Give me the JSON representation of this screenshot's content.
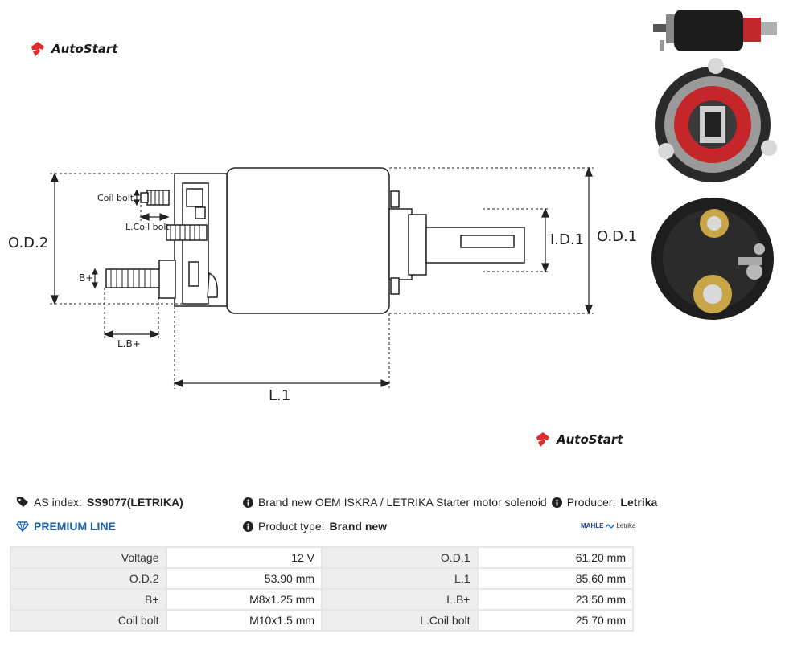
{
  "brand": {
    "name": "AutoStart",
    "accent": "#e32b2b"
  },
  "diagram": {
    "labels": {
      "od2": "O.D.2",
      "od1": "O.D.1",
      "id1": "I.D.1",
      "l1": "L.1",
      "coil_bolt": "Coil bolt",
      "l_coil_bolt": "L.Coil bolt",
      "b_plus": "B+",
      "l_b_plus": "L.B+"
    }
  },
  "info": {
    "as_index_label": "AS index:",
    "as_index_value": "SS9077(LETRIKA)",
    "description": "Brand new OEM ISKRA / LETRIKA Starter motor solenoid",
    "producer_label": "Producer:",
    "producer_value": "Letrika",
    "premium": "PREMIUM LINE",
    "product_type_label": "Product type:",
    "product_type_value": "Brand new",
    "partner_logo": {
      "left": "MAHLE",
      "right": "Letrika"
    }
  },
  "specs": [
    {
      "k1": "Voltage",
      "v1": "12 V",
      "k2": "O.D.1",
      "v2": "61.20 mm"
    },
    {
      "k1": "O.D.2",
      "v1": "53.90 mm",
      "k2": "L.1",
      "v2": "85.60 mm"
    },
    {
      "k1": "B+",
      "v1": "M8x1.25 mm",
      "k2": "L.B+",
      "v2": "23.50 mm"
    },
    {
      "k1": "Coil bolt",
      "v1": "M10x1.5 mm",
      "k2": "L.Coil bolt",
      "v2": "25.70 mm"
    }
  ],
  "icons": [
    "tag-icon",
    "info-icon",
    "diamond-icon",
    "autostart-logo-icon"
  ]
}
